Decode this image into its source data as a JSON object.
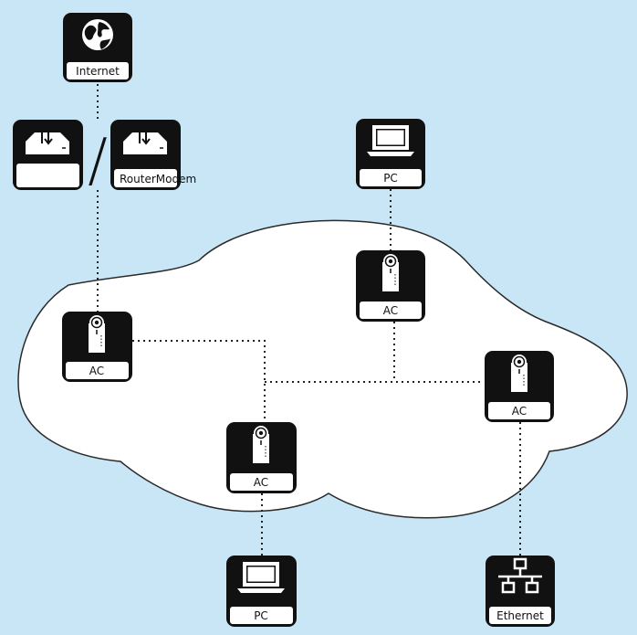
{
  "diagram": {
    "background_color": "#c9e6f7",
    "cloud_color": "#ffffff",
    "node_color": "#111111",
    "nodes": {
      "internet": {
        "label": "Internet",
        "icon": "globe-icon"
      },
      "modem": {
        "label": "",
        "icon": "modem-icon"
      },
      "router": {
        "label": "RouterModem",
        "icon": "router-icon"
      },
      "pc_top": {
        "label": "PC",
        "icon": "laptop-icon"
      },
      "ac_left": {
        "label": "AC",
        "icon": "powerline-adapter-icon"
      },
      "ac_top": {
        "label": "AC",
        "icon": "powerline-adapter-icon"
      },
      "ac_right": {
        "label": "AC",
        "icon": "powerline-adapter-icon"
      },
      "ac_bottom": {
        "label": "AC",
        "icon": "powerline-adapter-icon"
      },
      "pc_bottom": {
        "label": "PC",
        "icon": "laptop-icon"
      },
      "ethernet": {
        "label": "Ethernet",
        "icon": "network-switch-icon"
      }
    },
    "separator": "/"
  }
}
